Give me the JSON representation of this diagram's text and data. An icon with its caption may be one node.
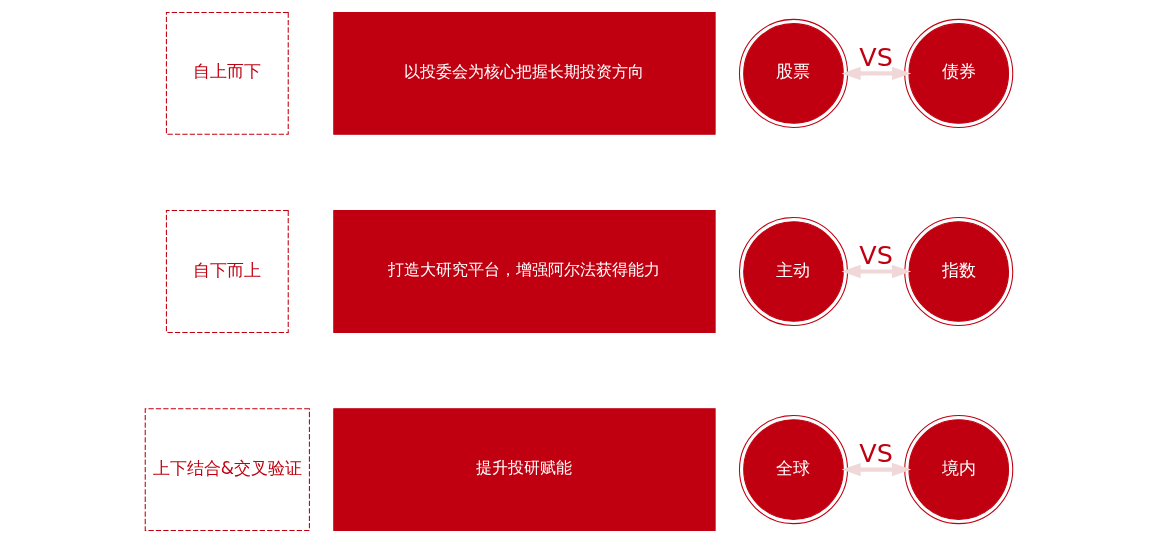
{
  "diagram": {
    "nodes": [
      {
        "text": [
          "自上而下"
        ]
      },
      {
        "text": [
          "以投委会为核心把握长期投资方向"
        ]
      },
      {
        "text": [
          "股票"
        ]
      },
      {
        "text": [
          "债券"
        ]
      },
      {
        "text": [
          "自下而上"
        ]
      },
      {
        "text": [
          "打造大研究平台，增强阿尔法获得能力"
        ]
      },
      {
        "text": [
          "主动"
        ]
      },
      {
        "text": [
          "指数"
        ]
      },
      {
        "text": [
          "上下结合&交叉验证"
        ]
      },
      {
        "text": [
          "提升投研赋能"
        ]
      },
      {
        "text": [
          "全球"
        ]
      },
      {
        "text": [
          "境内"
        ]
      }
    ],
    "edges": [
      {
        "from": 2,
        "to": 3,
        "arrow": "both",
        "label": "VS"
      },
      {
        "from": 6,
        "to": 7,
        "arrow": "both",
        "label": "VS"
      },
      {
        "from": 10,
        "to": 11,
        "arrow": "both",
        "label": "VS"
      }
    ]
  }
}
